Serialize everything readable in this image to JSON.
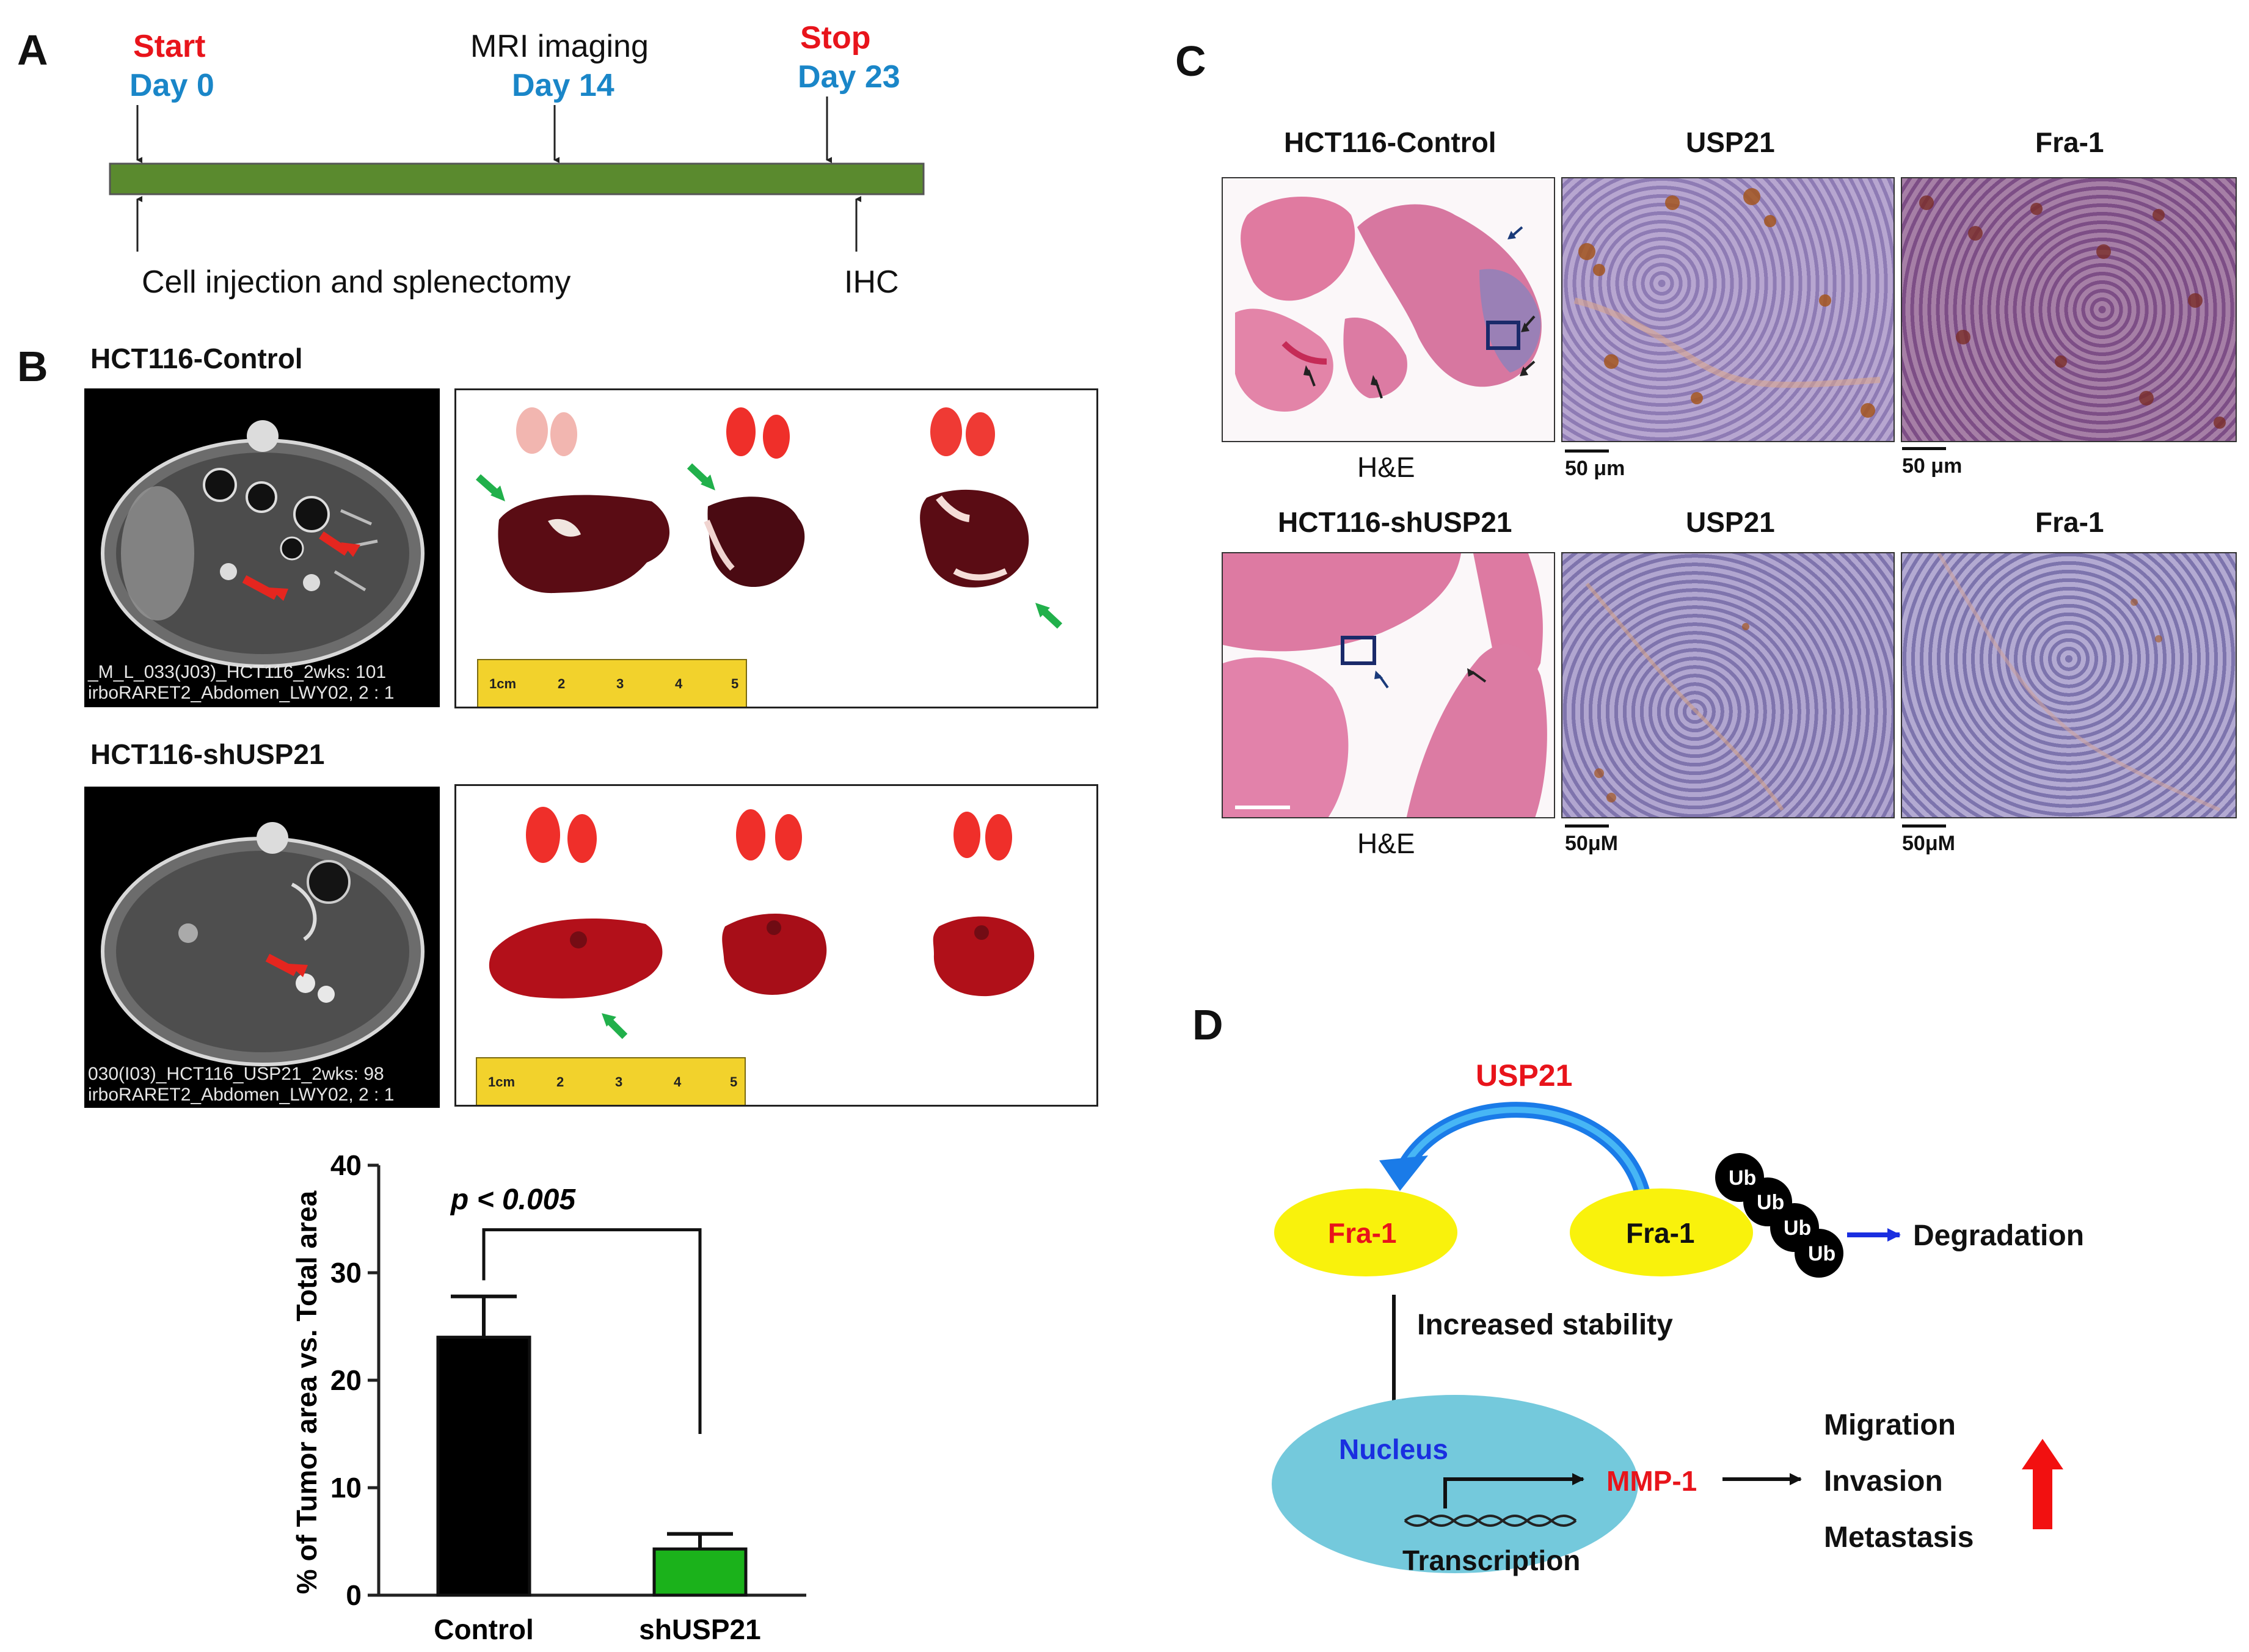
{
  "panels": {
    "a": "A",
    "b": "B",
    "c": "C",
    "d": "D"
  },
  "timeline": {
    "start_label": "Start",
    "start_day": "Day 0",
    "mri_label": "MRI imaging",
    "mri_day": "Day 14",
    "stop_label": "Stop",
    "stop_day": "Day 23",
    "injection_label": "Cell injection and splenectomy",
    "ihc_label": "IHC",
    "bar_color": "#5a8a2e"
  },
  "panel_b": {
    "control_title": "HCT116-Control",
    "sh_title": "HCT116-shUSP21",
    "control_mri_caption_1": "_M_L_033(J03)_HCT116_2wks: 101",
    "control_mri_caption_2": "irboRARET2_Abdomen_LWY02, 2 : 1",
    "sh_mri_caption_1": "030(I03)_HCT116_USP21_2wks: 98",
    "sh_mri_caption_2": "irboRARET2_Abdomen_LWY02, 2 : 1",
    "ruler_labels": [
      "1cm",
      "2",
      "3",
      "4",
      "5"
    ]
  },
  "chart_data": {
    "type": "bar",
    "categories": [
      "Control",
      "shUSP21"
    ],
    "values": [
      24,
      4.3
    ],
    "errors": [
      3.8,
      1.4
    ],
    "colors": [
      "#000000",
      "#1bb21b"
    ],
    "ylabel": "% of Tumor area vs. Total area",
    "ylim": [
      0,
      40
    ],
    "yticks": [
      "0",
      "10",
      "20",
      "30",
      "40"
    ],
    "annotation": "p < 0.005"
  },
  "panel_c": {
    "row1_title": "HCT116-Control",
    "row2_title": "HCT116-shUSP21",
    "usp21": "USP21",
    "fra1": "Fra-1",
    "he": "H&E",
    "scale_row1": "50 μm",
    "scale_row2": "50μM"
  },
  "panel_d": {
    "usp21": "USP21",
    "fra1_left": "Fra-1",
    "fra1_right": "Fra-1",
    "ub": "Ub",
    "degradation": "Degradation",
    "increased_stability": "Increased stability",
    "nucleus": "Nucleus",
    "mmp1": "MMP-1",
    "transcription": "Transcription",
    "outcomes": [
      "Migration",
      "Invasion",
      "Metastasis"
    ]
  }
}
